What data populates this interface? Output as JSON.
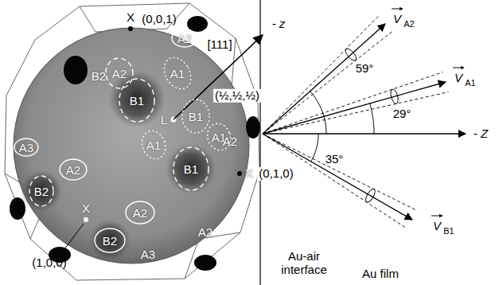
{
  "diagram": {
    "nodes": [
      {
        "text": [
          "A2"
        ]
      },
      {
        "text": [
          "A2"
        ]
      },
      {
        "text": [
          "A1"
        ]
      },
      {
        "text": [
          "B1"
        ]
      },
      {
        "text": [
          "B1"
        ]
      },
      {
        "text": [
          "A1"
        ]
      },
      {
        "text": [
          "A3"
        ]
      },
      {
        "text": [
          "A1"
        ]
      },
      {
        "text": [
          "A2"
        ]
      },
      {
        "text": [
          "B1"
        ]
      },
      {
        "text": [
          "B2"
        ]
      },
      {
        "text": [
          "A2"
        ]
      },
      {
        "text": [
          "B2"
        ]
      }
    ],
    "labels": [
      "X",
      "(0,0,1)",
      "B2",
      "L",
      "(½,½,½)",
      "[111]",
      "- z",
      "A2",
      "X",
      "(0,1,0)",
      "X",
      "(1,0,0)",
      "A2",
      "A3",
      "V",
      "A2",
      "V",
      "A1",
      "59°",
      "29°",
      "- Z",
      "35°",
      "V",
      "B1",
      "Au-air interface",
      "Au film"
    ]
  }
}
